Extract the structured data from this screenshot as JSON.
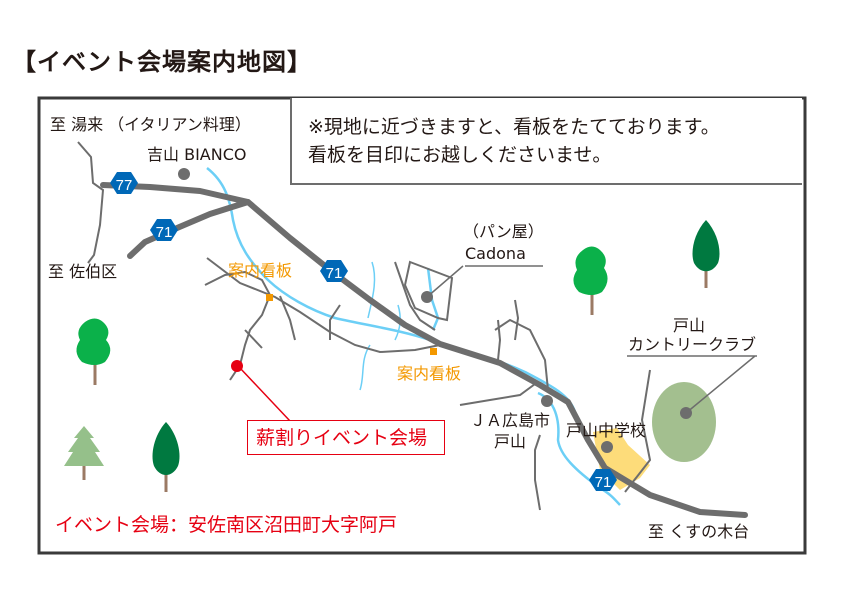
{
  "title": "【イベント会場案内地図】",
  "notice": {
    "line1": "※現地に近づきますと、看板をたてております。",
    "line2": "看板を目印にお越しくださいませ。"
  },
  "labels": {
    "to_yuki": "至 湯来 （イタリアン料理）",
    "bianco": "吉山 BIANCO",
    "to_saeki": "至 佐伯区",
    "signboard_1": "案内看板",
    "signboard_2": "案内看板",
    "bakery_type": "（パン屋）",
    "cadona": "Cadona",
    "country_club_1": "戸山",
    "country_club_2": "カントリークラブ",
    "ja_1": "ＪＡ広島市",
    "ja_2": "戸山",
    "school": "戸山中学校",
    "venue": "薪割りイベント会場",
    "address": "イベント会場：安佐南区沼田町大字阿戸",
    "to_kusunokidai": "至 くすの木台"
  },
  "routes": {
    "r77": "77",
    "r71a": "71",
    "r71b": "71",
    "r71c": "71"
  },
  "colors": {
    "road": "#6d6d6d",
    "river": "#6ccff6",
    "route_badge": "#0068b7",
    "signboard": "#f39800",
    "venue": "#e60012",
    "golf": "#a3bf8f",
    "school": "#fddc7a"
  }
}
